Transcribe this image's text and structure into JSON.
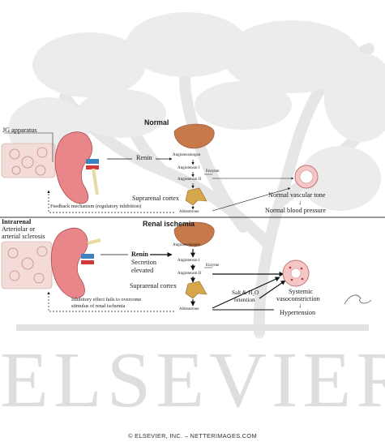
{
  "watermark": "ELSEVIER",
  "copyright": "© ELSEVIER, INC. – NETTERIMAGES.COM",
  "normal": {
    "title": "Normal",
    "jg_apparatus": "JG apparatus",
    "renin": "Renin",
    "angiotensinogen": "Angiotensinogen",
    "angiotensin_1": "Angiotensin I",
    "enzyme": "Enzyme",
    "angiotensin_2": "Angiotensin II",
    "suprarenal_cortex": "Suprarenal cortex",
    "aldosterone": "Aldosterone",
    "feedback": "Feedback mechanism (regulatory inhibition)",
    "normal_tone": "Normal vascular tone",
    "normal_bp": "Normal blood pressure",
    "arrow_down": "↓"
  },
  "ischemia": {
    "title": "Renal ischemia",
    "intrarenal": "Intrarenal",
    "arteriolar_1": "Arteriolar or",
    "arteriolar_2": "arterial sclerosis",
    "renin": "Renin",
    "secretion": "Secretion",
    "elevated": "elevated",
    "angiotensinogen": "Angiotensinogen",
    "angiotensin_1": "Angiotensin I",
    "enzyme": "Enzyme",
    "angiotensin_2": "Angiotensin II",
    "suprarenal_cortex": "Suprarenal cortex",
    "aldosterone": "Aldosterone",
    "inhibitory_1": "Inhibitory effect fails to overcome",
    "inhibitory_2": "stimulus of renal ischemia",
    "salt_1": "Salt & H₂O",
    "salt_2": "retention",
    "systemic": "Systemic",
    "vasoconstriction": "vasoconstriction",
    "hypertension": "Hypertension",
    "arrow_down": "↓"
  },
  "signature": "F. Netter"
}
